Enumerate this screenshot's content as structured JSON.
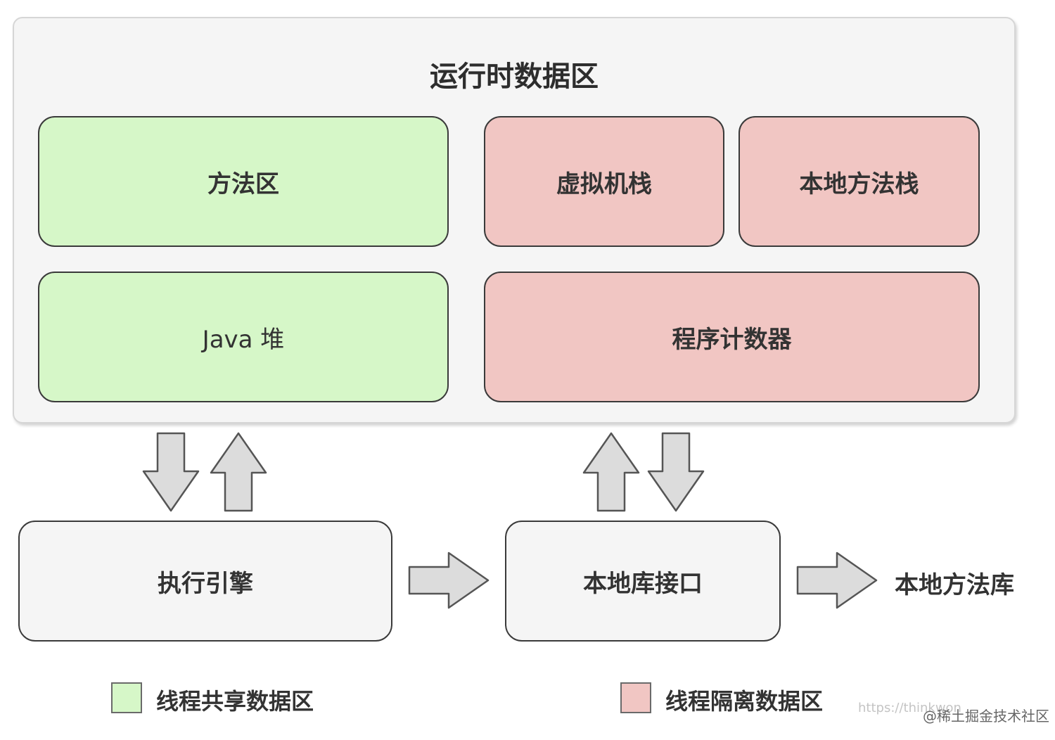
{
  "runtime_area": {
    "title": "运行时数据区",
    "method_area": "方法区",
    "java_heap": "Java 堆",
    "vm_stack": "虚拟机栈",
    "native_method_stack": "本地方法栈",
    "program_counter": "程序计数器"
  },
  "components": {
    "execution_engine": "执行引擎",
    "native_interface": "本地库接口",
    "native_library": "本地方法库"
  },
  "legend": {
    "shared": "线程共享数据区",
    "isolated": "线程隔离数据区"
  },
  "colors": {
    "shared": "#d6f7c8",
    "isolated": "#f1c6c3",
    "arrow_fill": "#dcdcdc",
    "arrow_stroke": "#555555"
  },
  "watermark": {
    "url": "https://thinkwon",
    "source": "@稀土掘金技术社区"
  }
}
